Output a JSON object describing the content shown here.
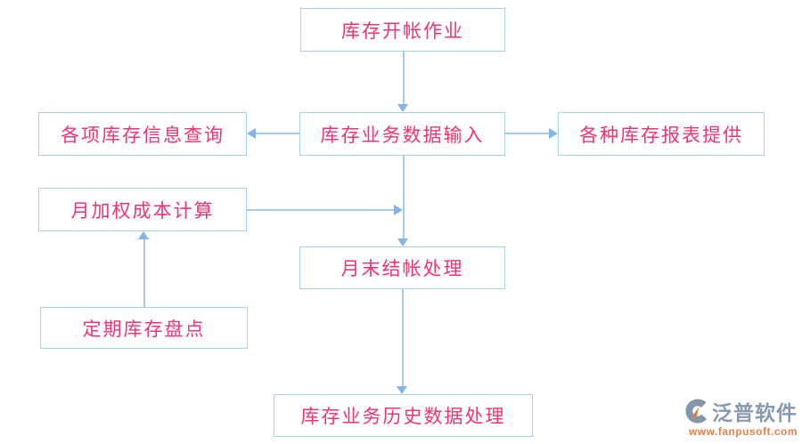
{
  "diagram": {
    "nodes": [
      {
        "id": "opening",
        "label": "库存开帐作业"
      },
      {
        "id": "input",
        "label": "库存业务数据输入"
      },
      {
        "id": "query",
        "label": "各项库存信息查询"
      },
      {
        "id": "report",
        "label": "各种库存报表提供"
      },
      {
        "id": "cost",
        "label": "月加权成本计算"
      },
      {
        "id": "monthend",
        "label": "月末结帐处理"
      },
      {
        "id": "stocktake",
        "label": "定期库存盘点"
      },
      {
        "id": "history",
        "label": "库存业务历史数据处理"
      }
    ],
    "edges": [
      {
        "from": "库存开帐作业",
        "to": "库存业务数据输入"
      },
      {
        "from": "库存业务数据输入",
        "to": "各项库存信息查询"
      },
      {
        "from": "库存业务数据输入",
        "to": "各种库存报表提供"
      },
      {
        "from": "库存业务数据输入",
        "to": "月末结帐处理"
      },
      {
        "from": "月加权成本计算",
        "to": "月末结帐处理"
      },
      {
        "from": "定期库存盘点",
        "to": "月加权成本计算"
      },
      {
        "from": "月末结帐处理",
        "to": "库存业务历史数据处理"
      }
    ]
  },
  "watermark": {
    "brand": "泛普软件",
    "url": "www.fanpusoft.com"
  },
  "colors": {
    "node_border": "#a6d2ee",
    "node_text": "#f5336f",
    "connector_line": "#a5c9ef",
    "arrowhead": "#86b4e6",
    "brand_text": "#8898ae",
    "brand_url": "#e5824a",
    "brand_icon_blue": "#8596ac",
    "brand_icon_orange": "#dd8040"
  }
}
